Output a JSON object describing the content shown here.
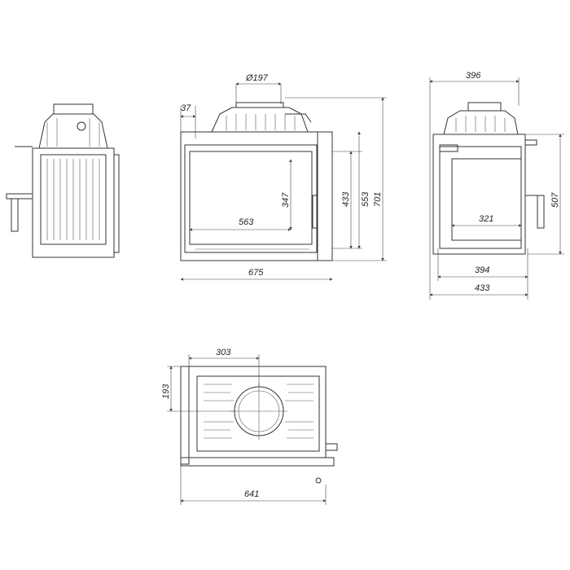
{
  "views": {
    "front": {
      "flue_diameter": "Ø197",
      "side_offset": "37",
      "glass_height": "347",
      "glass_width": "563",
      "opening_height": "433",
      "frame_height": "553",
      "total_height": "701",
      "total_width": "675"
    },
    "side": {
      "top_depth": "396",
      "height": "507",
      "glass_width": "321",
      "frame_depth": "394",
      "total_depth": "433"
    },
    "top": {
      "flue_offset_x": "303",
      "flue_offset_y": "193",
      "total_width": "641"
    }
  }
}
